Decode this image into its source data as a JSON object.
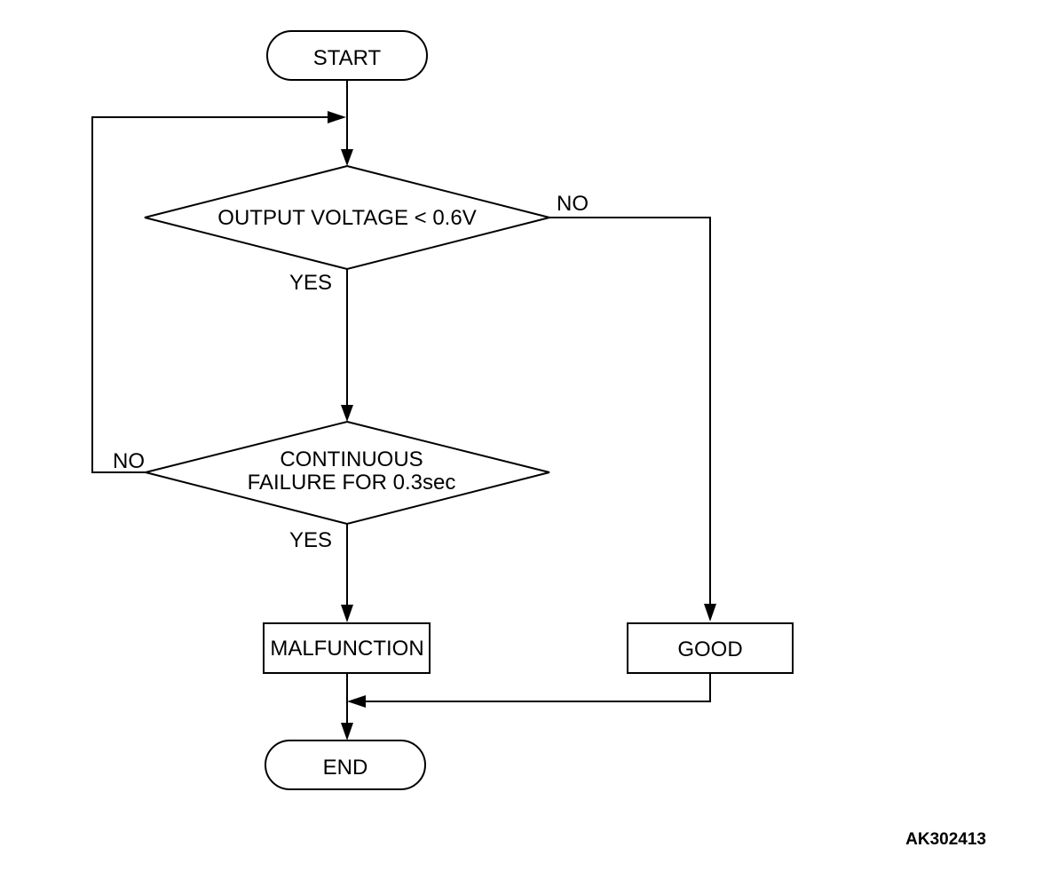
{
  "flowchart": {
    "start": "START",
    "decision1": "OUTPUT VOLTAGE < 0.6V",
    "decision1_yes": "YES",
    "decision1_no": "NO",
    "decision2_line1": "CONTINUOUS",
    "decision2_line2": "FAILURE FOR 0.3sec",
    "decision2_yes": "YES",
    "decision2_no": "NO",
    "malfunction": "MALFUNCTION",
    "good": "GOOD",
    "end": "END"
  },
  "figure_code": "AK302413",
  "colors": {
    "stroke": "#000000",
    "background": "#ffffff"
  }
}
